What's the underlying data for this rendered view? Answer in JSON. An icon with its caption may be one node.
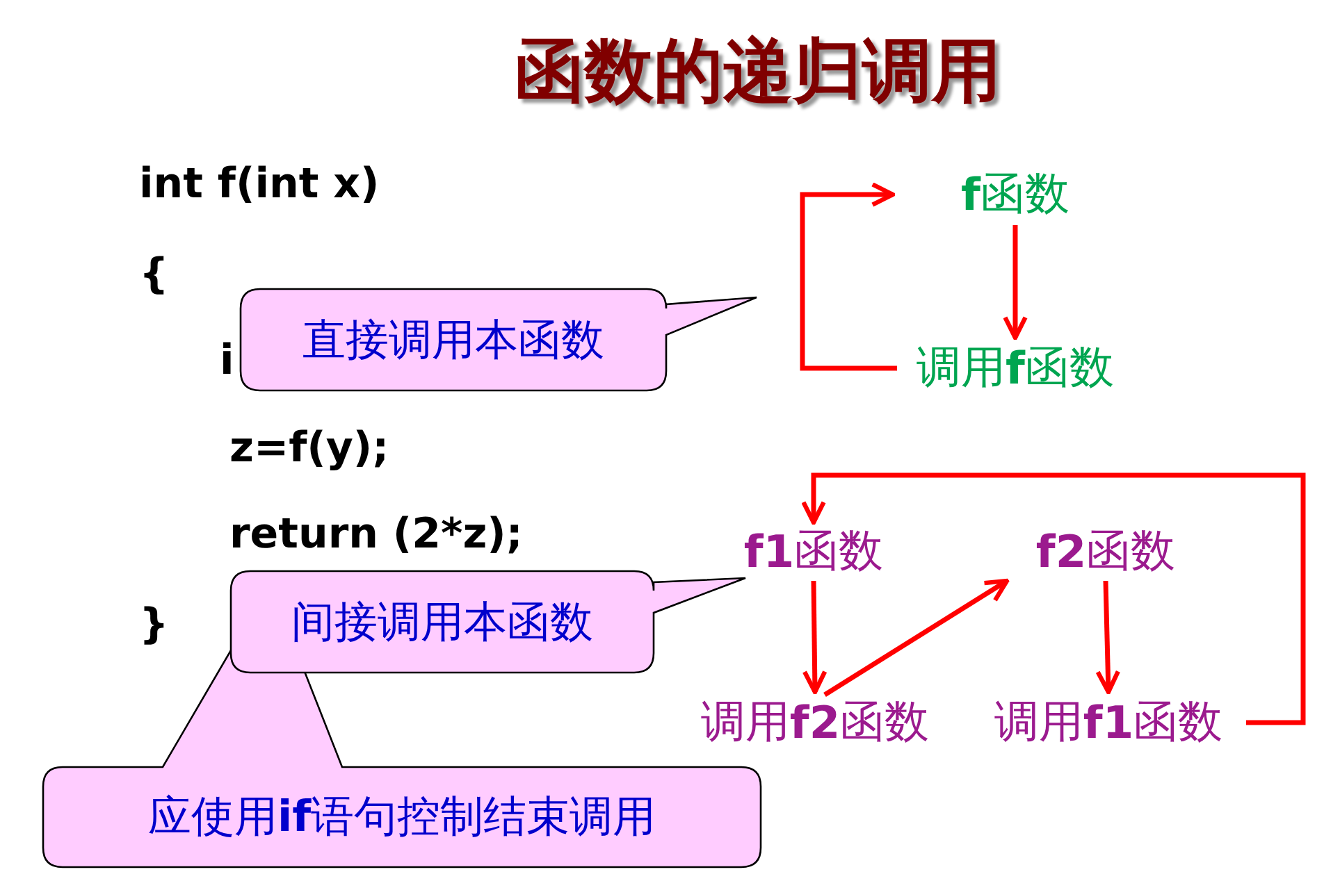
{
  "diagram": {
    "title": "函数的递归调用",
    "nodes": [
      {
        "text": [
          "**f**函数"
        ]
      },
      {
        "text": [
          "调用**f**函数"
        ]
      },
      {
        "text": [
          "**f1**函数"
        ]
      },
      {
        "text": [
          "**f2**函数"
        ]
      },
      {
        "text": [
          "调用**f2**函数"
        ]
      },
      {
        "text": [
          "调用**f1**函数"
        ]
      },
      {
        "text": [
          "直接调用本函数"
        ]
      },
      {
        "text": [
          "间接调用本函数"
        ]
      },
      {
        "text": [
          "应使用**if**语句控制结束调用"
        ]
      }
    ],
    "edges": [
      {
        "from": 0,
        "to": 1,
        "arrow": "to"
      },
      {
        "from": 1,
        "to": 0,
        "arrow": "to"
      },
      {
        "from": 2,
        "to": 4,
        "arrow": "to"
      },
      {
        "from": 4,
        "to": 3,
        "arrow": "to"
      },
      {
        "from": 3,
        "to": 5,
        "arrow": "to"
      },
      {
        "from": 5,
        "to": 2,
        "arrow": "to"
      }
    ],
    "labels": [
      "int f(int x)",
      "{",
      "i",
      "z=f(y);",
      "return (2*z);",
      "}"
    ]
  }
}
